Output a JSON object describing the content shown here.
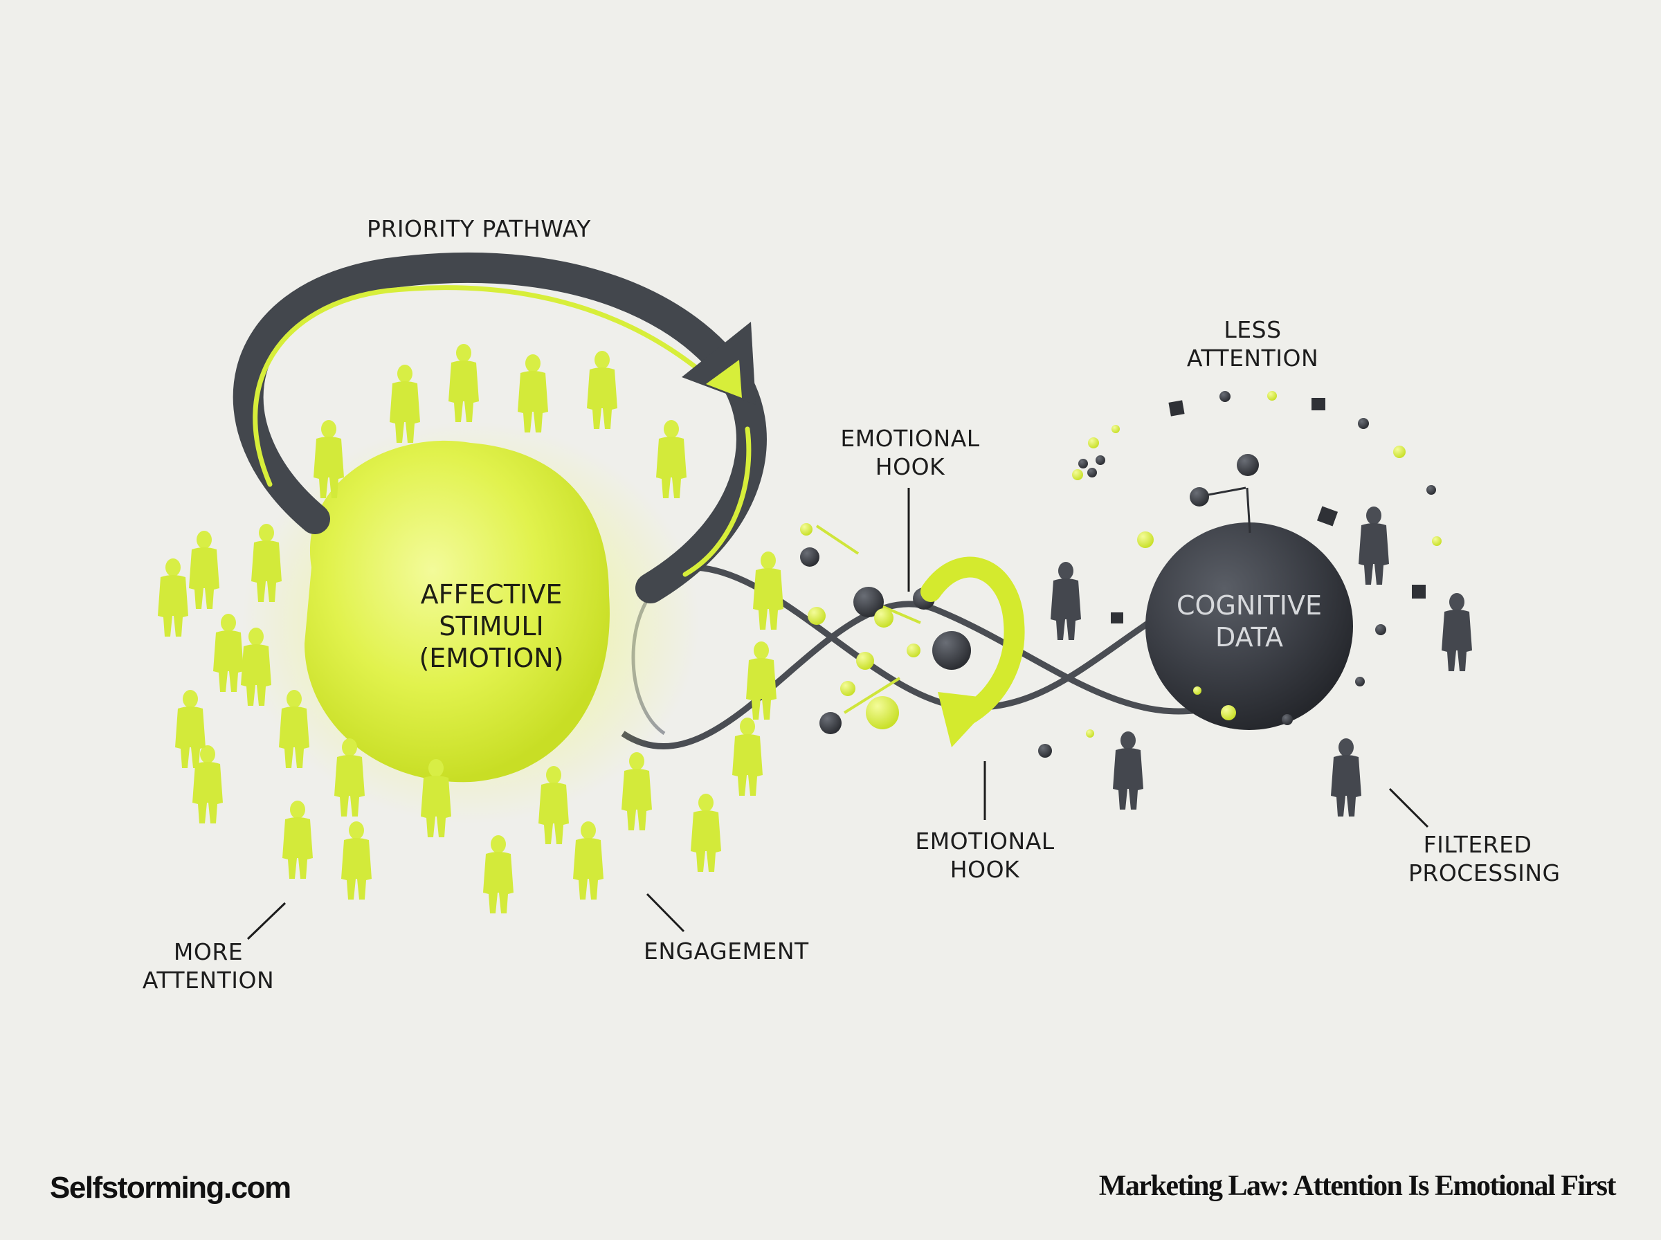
{
  "diagram": {
    "title": "Marketing Law: Attention Is Emotional First",
    "brand": "Selfstorming.com",
    "colors": {
      "background": "#efefeb",
      "emotion_lime": "#d9ef3c",
      "emotion_glow": "#eaf76a",
      "cognitive_dark": "#3c3f45",
      "arrow_dark": "#43474d",
      "text": "#1c1c1c",
      "cognitive_text": "#d7d9dc"
    },
    "labels": {
      "priority_pathway": "PRIORITY PATHWAY",
      "less_attention": [
        "LESS",
        "ATTENTION"
      ],
      "emotional_hook_top": [
        "EMOTIONAL",
        "HOOK"
      ],
      "emotional_hook_bottom": [
        "EMOTIONAL",
        "HOOK"
      ],
      "filtered_processing": [
        "FILTERED",
        "PROCESSING"
      ],
      "more_attention": [
        "MORE",
        "ATTENTION"
      ],
      "engagement": "ENGAGEMENT"
    },
    "nodes": {
      "affective": {
        "lines": [
          "AFFECTIVE",
          "STIMULI",
          "(EMOTION)"
        ],
        "shape": "lime-sphere"
      },
      "cognitive": {
        "lines": [
          "COGNITIVE",
          "DATA"
        ],
        "shape": "dark-sphere"
      }
    },
    "connectors": [
      {
        "from": "affective",
        "to": "affective",
        "type": "circular-arrow",
        "label": "PRIORITY PATHWAY"
      },
      {
        "from": "affective",
        "to": "cognitive",
        "type": "infinity-loop-track"
      },
      {
        "type": "curved-arrow",
        "label": "EMOTIONAL HOOK",
        "color": "lime"
      }
    ]
  }
}
